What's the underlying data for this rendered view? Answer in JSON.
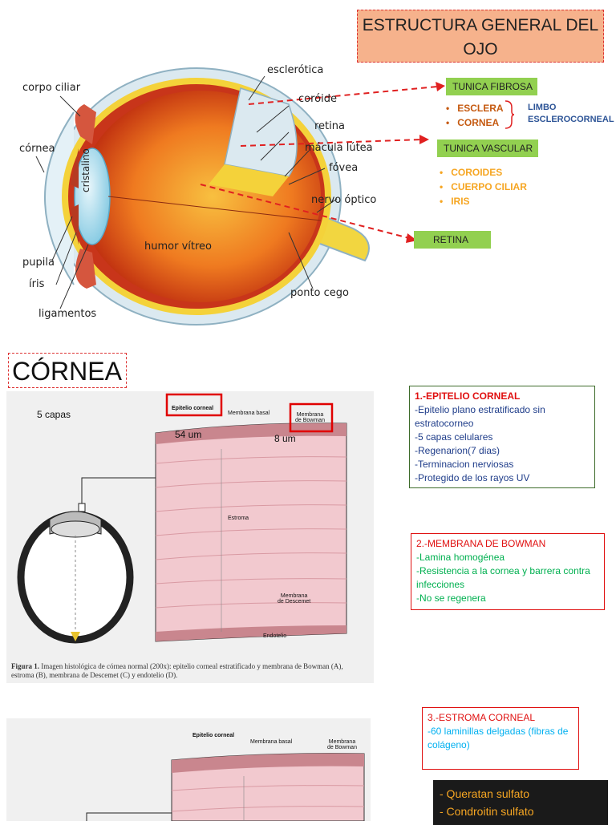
{
  "title": "ESTRUCTURA GENERAL DEL OJO",
  "eye_labels": {
    "corpo_ciliar": "corpo ciliar",
    "cornea": "córnea",
    "cristalino": "cristalino",
    "pupila": "pupila",
    "iris": "íris",
    "ligamentos": "ligamentos",
    "esclerotica": "esclerótica",
    "coroide": "coróide",
    "retina": "retina",
    "macula": "mácula lútea",
    "fovea": "fóvea",
    "nervo": "nervo óptico",
    "humor": "humor vítreo",
    "ponto": "ponto cego"
  },
  "tunica_fibrosa": {
    "label": "TUNICA FIBROSA",
    "items": [
      "ESCLERA",
      "CORNEA"
    ],
    "limbo": [
      "LIMBO",
      "ESCLEROCORNEAL"
    ]
  },
  "tunica_vascular": {
    "label": "TUNICA VASCULAR",
    "items": [
      "COROIDES",
      "CUERPO CILIAR",
      "IRIS"
    ]
  },
  "retina_box": "RETINA",
  "cornea_title": "CÓRNEA",
  "capas": "5 capas",
  "histology": {
    "epitelio": "Epitelio corneal",
    "membrana_basal": "Membrana basal",
    "bowman": [
      "Membrana",
      "de Bowman"
    ],
    "um54": "54 um",
    "um8": "8 um",
    "estroma": "Estroma",
    "descemet": [
      "Membrana",
      "de Descemet"
    ],
    "endotelio": "Endotelio"
  },
  "caption": {
    "figura": "Figura 1.",
    "text": " Imagen histológica de córnea normal (200x): epitelio corneal estratificado y membrana de Bowman (A), estroma (B), membrana de Descemet (C) y endotelio (D)."
  },
  "box1": {
    "title": "1.-EPITELIO CORNEAL",
    "lines": [
      "-Epitelio plano estratificado sin estratocorneo",
      "-5 capas celulares",
      "-Regenarion(7 dias)",
      "-Terminacion nerviosas",
      "-Protegido de los rayos UV"
    ]
  },
  "box2": {
    "title": "2.-MEMBRANA DE BOWMAN",
    "lines": [
      "-Lamina homogénea",
      "-Resistencia a la cornea y barrera contra infecciones",
      "-No se regenera"
    ]
  },
  "box3": {
    "title": "3.-ESTROMA CORNEAL",
    "lines": [
      "-60 laminillas delgadas (fibras de colágeno)"
    ]
  },
  "histology2": {
    "epitelio": "Epitelio corneal",
    "membrana_basal": "Membrana basal",
    "bowman": [
      "Membrana",
      "de Bowman"
    ]
  },
  "dark_box": [
    "- Queratan sulfato",
    "- Condroitin sulfato"
  ],
  "colors": {
    "green_box": "#92d050",
    "orange_text": "#c55a11",
    "blue_text": "#2e5597",
    "yellow_text": "#f6a623",
    "red_title": "#e01010",
    "green_text": "#00b050",
    "cyan_text": "#00b0f0"
  }
}
